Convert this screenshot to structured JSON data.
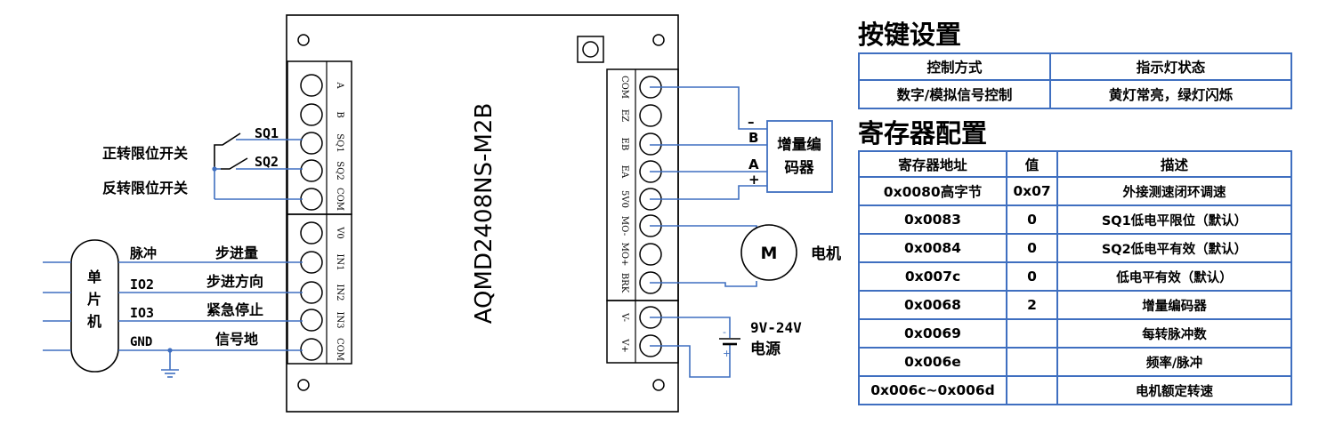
{
  "board": {
    "model": "AQMD2408NS-M2B",
    "left_pins_top": [
      "A",
      "B",
      "SQ1",
      "SQ2",
      "COM"
    ],
    "left_pins_bottom": [
      "V0",
      "IN1",
      "IN2",
      "IN3",
      "COM"
    ],
    "right_pins_top": [
      "COM",
      "EZ",
      "EB",
      "EA",
      "5V0",
      "MO-",
      "MO+",
      "BRK"
    ],
    "right_pins_bottom": [
      "V-",
      "V+"
    ]
  },
  "switches": {
    "sq1": "SQ1",
    "sq2": "SQ2",
    "forward": "正转限位开关",
    "reverse": "反转限位开关"
  },
  "mcu": {
    "label": [
      "单",
      "片",
      "机"
    ],
    "signals": [
      {
        "pin": "脉冲",
        "func": "步进量"
      },
      {
        "pin": "IO2",
        "func": "步进方向"
      },
      {
        "pin": "IO3",
        "func": "紧急停止"
      },
      {
        "pin": "GND",
        "func": "信号地"
      }
    ]
  },
  "encoder": {
    "label1": "增量编",
    "label2": "码器",
    "minus": "–",
    "b": "B",
    "a": "A",
    "plus": "+"
  },
  "motor": {
    "symbol": "M",
    "label": "电机"
  },
  "power": {
    "voltage": "9V-24V",
    "label": "电源",
    "minus": "-",
    "plus": "+"
  },
  "key_settings": {
    "title": "按键设置",
    "headers": [
      "控制方式",
      "指示灯状态"
    ],
    "rows": [
      [
        "数字/模拟信号控制",
        "黄灯常亮，绿灯闪烁"
      ]
    ]
  },
  "register_config": {
    "title": "寄存器配置",
    "headers": [
      "寄存器地址",
      "值",
      "描述"
    ],
    "rows": [
      [
        "0x0080高字节",
        "0x07",
        "外接测速闭环调速"
      ],
      [
        "0x0083",
        "0",
        "SQ1低电平限位（默认）"
      ],
      [
        "0x0084",
        "0",
        "SQ2低电平有效（默认）"
      ],
      [
        "0x007c",
        "0",
        "低电平有效（默认）"
      ],
      [
        "0x0068",
        "2",
        "增量编码器"
      ],
      [
        "0x0069",
        "",
        "每转脉冲数"
      ],
      [
        "0x006e",
        "",
        "频率/脉冲"
      ],
      [
        "0x006c~0x006d",
        "",
        "电机额定转速"
      ]
    ]
  }
}
